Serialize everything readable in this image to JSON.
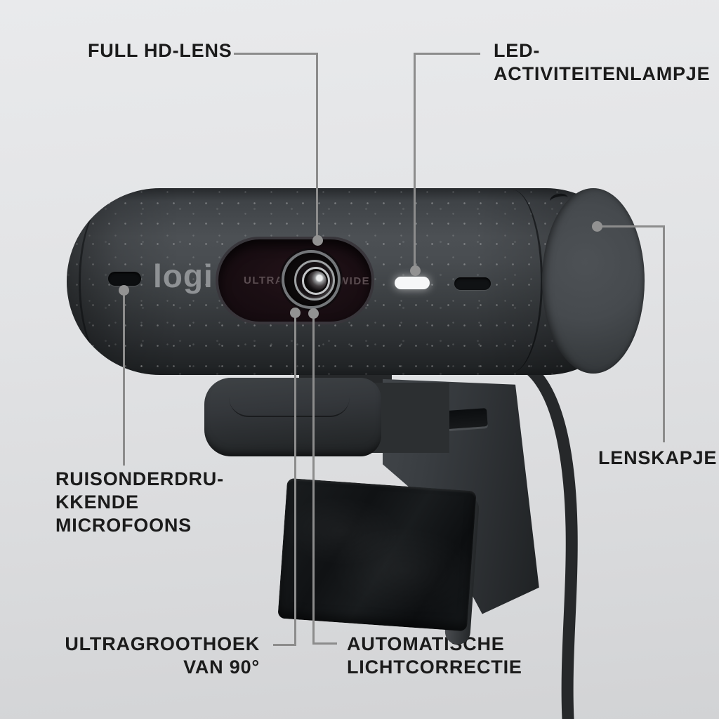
{
  "diagram_kind": "webcam-feature-callout-diagram",
  "product": {
    "brand_logo_text": "logi",
    "lens_window_left_text": "ULTRA",
    "lens_window_right_text": "WIDE"
  },
  "callouts": {
    "full_hd_lens": {
      "lines": [
        "FULL HD-LENS"
      ]
    },
    "led_activity_light": {
      "lines": [
        "LED-",
        "ACTIVITEITENLAMPJE"
      ]
    },
    "noise_cancelling_mics": {
      "lines": [
        "RUISONDERDRU-",
        "KKENDE",
        "MICROFOONS"
      ]
    },
    "lens_cap": {
      "lines": [
        "LENSKAPJE"
      ]
    },
    "ultra_wide_angle": {
      "lines": [
        "ULTRAGROOTHOEK",
        "VAN 90°"
      ]
    },
    "auto_light_correction": {
      "lines": [
        "AUTOMATISCHE",
        "LICHTCORRECTIE"
      ]
    }
  },
  "colors": {
    "background_top": "#e9eaec",
    "background_bottom": "#d2d3d5",
    "body_graphite": "#3e4245",
    "callout_line": "#8c8c8c",
    "callout_dot": "#929292",
    "label_text": "#1b1b1b",
    "led_white": "#f6f7f8",
    "logo_gray": "#8f9295"
  }
}
